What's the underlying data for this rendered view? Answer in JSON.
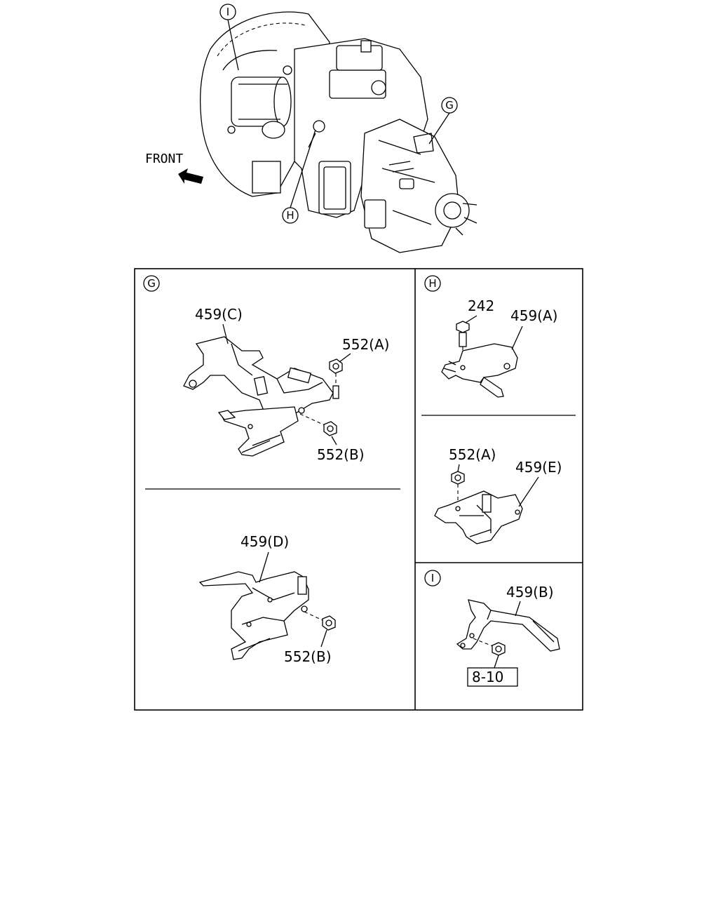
{
  "overview": {
    "front_label": "FRONT",
    "callouts": {
      "g": "G",
      "h": "H",
      "i": "I"
    }
  },
  "panels": {
    "g": {
      "marker": "G",
      "top": {
        "bracket": "459(C)",
        "nut_a": "552(A)",
        "nut_b": "552(B)"
      },
      "bottom": {
        "bracket": "459(D)",
        "nut_b": "552(B)"
      }
    },
    "h": {
      "marker": "H",
      "top": {
        "bolt": "242",
        "bracket": "459(A)"
      },
      "bottom": {
        "nut_a": "552(A)",
        "bracket": "459(E)"
      }
    },
    "i": {
      "marker": "I",
      "bracket": "459(B)",
      "ref": "8-10"
    }
  }
}
